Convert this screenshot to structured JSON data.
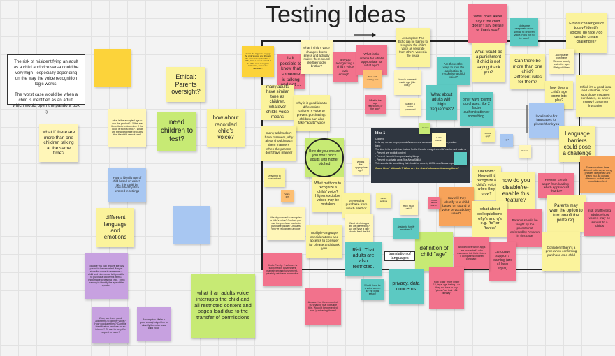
{
  "board": {
    "title": "Testing Ideas"
  },
  "textbox": {
    "paragraph1": "The risk of misidentifying an adult as a child and vice versa could be very high - especially depending on the way the voice recognition logic works.",
    "paragraph2": "The worst case would be when a child is identified as an adult, which would open the pandora box :)"
  },
  "doc": {
    "title": "Idea 1",
    "lines": [
      "Context:",
      "Let's say we are employees at Amazon, and are working on the Echo product.",
      "Idea:",
      "The idea is for a real-time feature for the Echo to recognize a child's voice and make sure content is appropriate for the age of the child, e.g.",
      "- Prevent any explicit content",
      "- Prevent the child from purchasing things",
      "- Prevent to activate apps (like Alexa Skills)",
      "This sounds like something that should be done by AI/ML. Are Alexa's required to say \"please\" and \"thank you\" to help teach good manners?"
    ],
    "highlight": "Good idea? Valuable? What are the risks/unknowns/assumptions?"
  },
  "connector_label": "translation of languages",
  "notes": [
    {
      "text": "Ethical: Parents oversight?"
    },
    {
      "text": "need children to test?"
    },
    {
      "text": "how about recorded child's voice?"
    },
    {
      "text": "what if there are more than one children talking at the same time?"
    },
    {
      "text": "what is the accepted age to use the product? - What are the criteria to determine if the voice is from a child? - What are the appropriate products that the child cannot use?"
    },
    {
      "text": "How to identify age of child based on voice? - No, this could be calculated by data entered in settings"
    },
    {
      "text": "different language and emotions"
    },
    {
      "text": "Educate you can require the day parent to be rewarded. Maybe allow the voice to remember a child and vice versa. Is it possible to purchase children's items? Think made to teach a child. Think training to identify the age of the speaker"
    },
    {
      "text": "Wow, are there good algorithms to identify voice? How good are they? Can this identification be done on an internet? Or can be only if a request is made?"
    },
    {
      "text": "Assumption: Make a good enough algorithm to classify the voice as a child voice"
    },
    {
      "text": "what if an adults voice interrupts the child and all restricted content and pages load due to the transfer of permissions"
    },
    {
      "text": "How is the trigger to engage the child's voice and through the voice recognition? As a child, how to use a voice? If the child must recognize that voice, how to be identified?"
    },
    {
      "text": "is it possible to know that someone is talking and not ..."
    },
    {
      "text": "what if child's voice changes due to illness and actually makes them sound like their older brother?"
    },
    {
      "text": "are you recognizing a child's voice with enough..."
    },
    {
      "text": "many adults have similar tone as children, whatever child's voice means"
    },
    {
      "text": "why is it good idea to differentiate children's voice to prevent purchasing? children can also fake \"adults\" voice"
    },
    {
      "text": "many adults don't have manners, why alexa should teach them manners when the parents don't have manner"
    },
    {
      "text": "How do you ensure you don't block adults with higher pitched"
    },
    {
      "text": "What is the criteria for what's appropriate for what age?"
    },
    {
      "text": "What does Alexa say if the child doesn't say please or thank you?"
    },
    {
      "text": "Not some desperate voice similar to children voice. How not to be sure?"
    },
    {
      "text": "Ethical challenges of today? identify voices, do race / do gender create challenges?"
    },
    {
      "text": "Assumption: The Echo can be trained to recognize the child's voice as separate from other's voices in the house"
    },
    {
      "text": "How is payment made age (like kids)?"
    },
    {
      "text": "What would be a punishment if child is not saying thank you?"
    },
    {
      "text": "Are there other ways to train the application to recognise a child voice?"
    },
    {
      "text": "Can there be more than one child? Different rules for them?"
    },
    {
      "text": "Acceptable purchase. Seems to only cater for age. Baby children"
    },
    {
      "text": "how does a child's age come into play?"
    },
    {
      "text": "I think it's a good idea and valuable, could stop those mistaken purchases, so saves money / customer frustration"
    },
    {
      "text": "What is the age restrictions of the app?"
    },
    {
      "text": "Maybe a voice password"
    },
    {
      "text": "What about adults with high frequencies?"
    },
    {
      "text": "other ways to limit purchases, like 2 factor authentication or something."
    },
    {
      "text": "localization for languages for please/thank you"
    },
    {
      "text": "Language barriers could pose a challenge"
    },
    {
      "text": "Some countries have different cultures, so using phrases like please and thank you, so cultural difference on that level could take effect"
    },
    {
      "text": "Unknown: How will it recognize a child's voice when they grow?"
    },
    {
      "text": "how do you disable/re-enable this feature?"
    },
    {
      "text": "Prevent \"certain apps\" from loading - which apps would that be?"
    },
    {
      "text": "Parents may want the option to turn on/off the polite req."
    },
    {
      "text": "risk of affecting adults who's voices may be similar to a childs"
    },
    {
      "text": "What methods to recognize a childs' voice? Higher/excitable voices may be mistaken"
    },
    {
      "text": "preventing purchase from which site? or"
    },
    {
      "text": "What kind of apps are we preventing? Do we have a list? How to feed the list"
    },
    {
      "text": "How will they identify to a child based on sound of voice or vocabulary used?"
    },
    {
      "text": "what about colloquialisms of p's and q's e.g. \"ta\" or \"fanks\""
    },
    {
      "text": "Parents should be taught by the parents not enforced by Amazon in this case"
    },
    {
      "text": "Consider if there's a price when confirming purchase as a child"
    },
    {
      "text": "Would you need to recognise a child's voice? Couldn't you use the purchase habits to purchase phone? Or users who've recognised a voice"
    },
    {
      "text": "Multiple-language considerations and accents to consider for please and thank you"
    },
    {
      "text": "Risk: That adults are also restricted."
    },
    {
      "text": "definition of child \"age\""
    },
    {
      "text": "Language support / learning (are all laws equal)"
    },
    {
      "text": "who decides which apps are prevented? who maintains this list in future if complaints/children complain?"
    },
    {
      "text": "Would there be a voice screen for the initial setup?"
    },
    {
      "text": "privacy, data concerns"
    },
    {
      "text": "How \"child\" more under 18, legal age testing - do they not have to say \"please\" as their 18th birthday?"
    },
    {
      "text": "Amazon has the concept of 'purchasing' that goes like this. Would it be prevented from 'purchasing' those?"
    },
    {
      "text": "Kindle Family: if software is supported in government mainstream app to segment / privately database information"
    },
    {
      "text": "What's the appropriate age?"
    },
    {
      "text": "Anything to customise?"
    },
    {
      "text": "How much data?"
    },
    {
      "text": "Assign to family members?"
    },
    {
      "text": "Could adults use it?"
    },
    {
      "text": "Family settings"
    },
    {
      "text": "Train with existing data"
    },
    {
      "text": "Is this useful?"
    },
    {
      "text": "Costs?"
    },
    {
      "text": "Mobile app?"
    },
    {
      "text": "Age?"
    },
    {
      "text": "Setup?"
    },
    {
      "text": "Voice ID?"
    }
  ]
}
